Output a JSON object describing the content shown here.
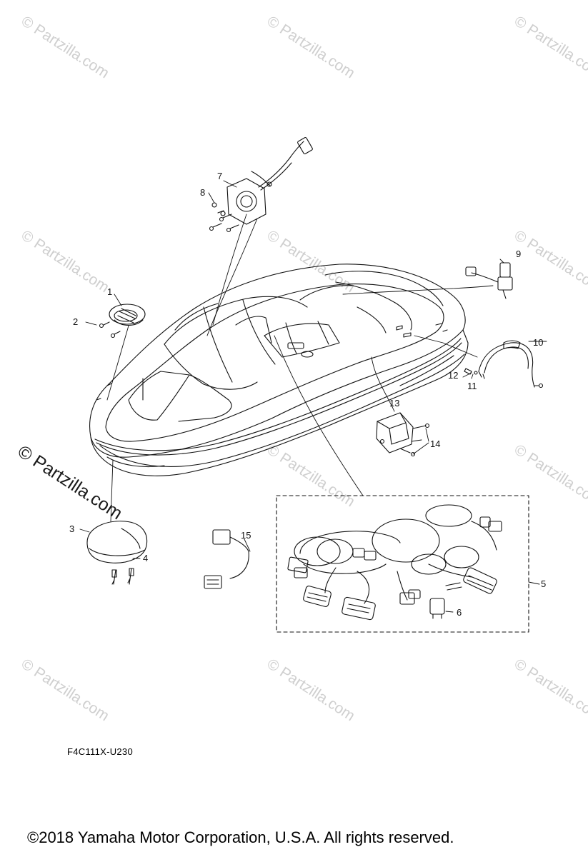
{
  "diagram_code": "F4C111X-U230",
  "copyright": "©2018  Yamaha Motor Corporation, U.S.A. All rights reserved.",
  "watermark": "© Partzilla.com",
  "callouts": {
    "c1": "1",
    "c2": "2",
    "c3": "3",
    "c4": "4",
    "c5": "5",
    "c6": "6",
    "c7": "7",
    "c8": "8",
    "c9": "9",
    "c10": "10",
    "c11": "11",
    "c12": "12",
    "c13": "13",
    "c14": "14",
    "c15": "15"
  }
}
